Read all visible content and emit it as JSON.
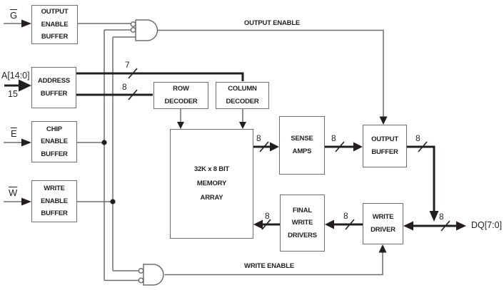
{
  "colors": {
    "line_gray": "#6d6e71",
    "bus_black": "#231f20",
    "text": "#231f20",
    "background": "#ffffff"
  },
  "blocks": {
    "output_enable_buffer": "OUTPUT\nENABLE\nBUFFER",
    "address_buffer": "ADDRESS\nBUFFER",
    "chip_enable_buffer": "CHIP\nENABLE\nBUFFER",
    "write_enable_buffer": "WRITE\nENABLE\nBUFFER",
    "row_decoder": "ROW\nDECODER",
    "column_decoder": "COLUMN\nDECODER",
    "memory_array": "32K x 8 BIT\nMEMORY\nARRAY",
    "sense_amps": "SENSE\nAMPS",
    "output_buffer": "OUTPUT\nBUFFER",
    "final_write_drivers": "FINAL\nWRITE\nDRIVERS",
    "write_driver": "WRITE\nDRIVER"
  },
  "signals": {
    "g_input": "G",
    "e_input": "E",
    "w_input": "W",
    "address_input": "A[14:0]",
    "address_width": "15",
    "dq_label": "DQ[7:0]",
    "output_enable": "OUTPUT ENABLE",
    "write_enable": "WRITE ENABLE"
  },
  "bus_widths": {
    "column_bus": "7",
    "row_bus": "8",
    "mem_to_sense": "8",
    "sense_to_outbuf": "8",
    "outbuf_to_dq": "8",
    "dq_bus": "8",
    "writedriver_to_fwd": "8",
    "fwd_to_mem": "8"
  }
}
